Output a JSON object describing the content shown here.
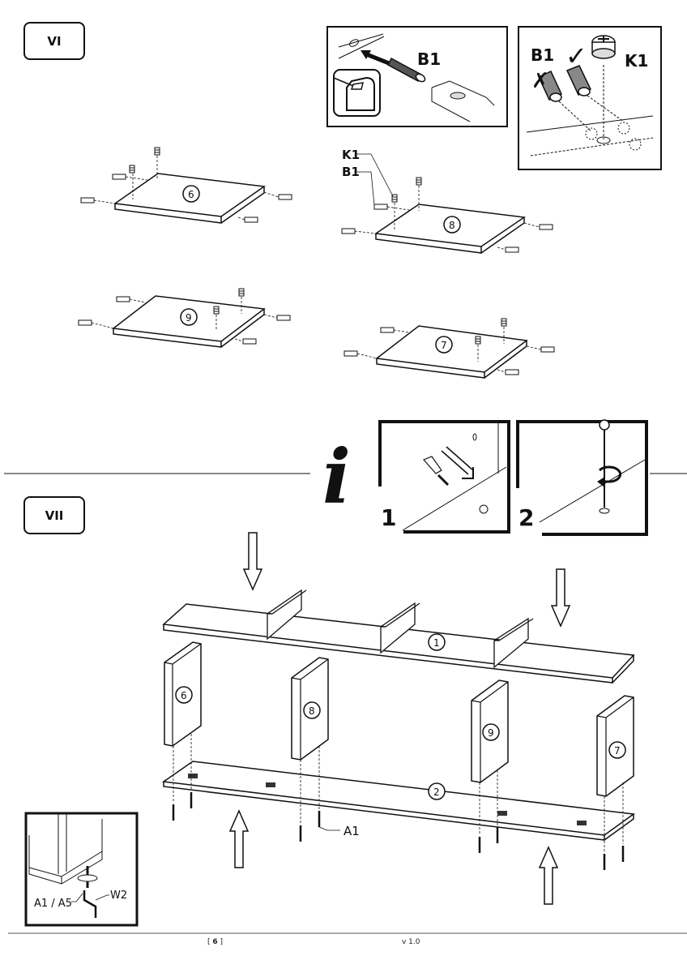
{
  "steps": {
    "six": {
      "label": "VI"
    },
    "seven": {
      "label": "VII"
    }
  },
  "detail_boxes": {
    "dowel_insert": {
      "part": "B1"
    },
    "dowel_vs_cam": {
      "left_part": "B1",
      "right_part": "K1",
      "wrong_mark": "✗",
      "right_mark": "✓"
    },
    "info": {
      "icon": "i",
      "step1": "1",
      "step2": "2"
    },
    "leveler": {
      "left_label": "A1 / A5",
      "right_label": "W2"
    }
  },
  "step_vi": {
    "callouts": [
      "K1",
      "B1"
    ],
    "panels": [
      "6",
      "8",
      "9",
      "7"
    ]
  },
  "step_vii": {
    "top_panel": "1",
    "bottom_panel": "2",
    "side_panels": [
      "6",
      "8",
      "9",
      "7"
    ],
    "screw_callout": "A1"
  },
  "footer": {
    "page": "6",
    "page_prefix": "[ ",
    "page_suffix": " ]",
    "version": "v 1.0"
  }
}
